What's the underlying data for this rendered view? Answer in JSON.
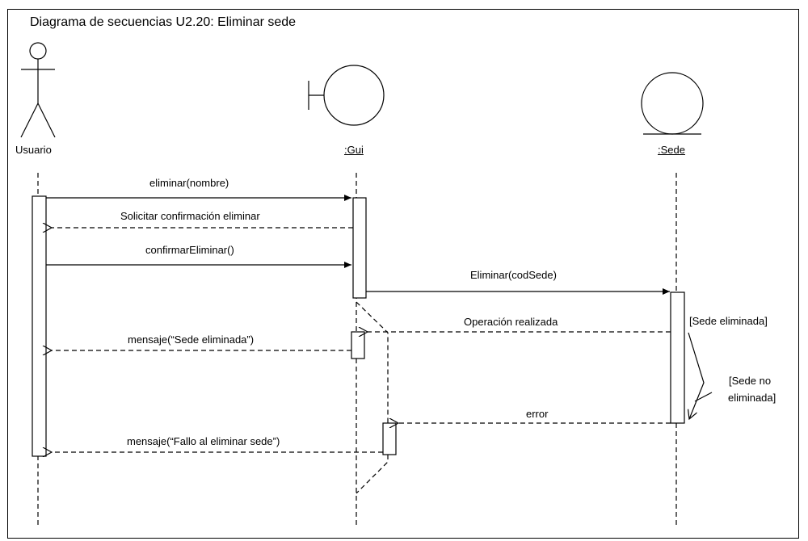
{
  "title": "Diagrama de secuencias U2.20: Eliminar sede",
  "participants": {
    "actor": "Usuario",
    "boundary": ":Gui",
    "entity": ":Sede"
  },
  "messages": {
    "m1": "eliminar(nombre)",
    "m2": "Solicitar confirmación eliminar",
    "m3": "confirmarEliminar()",
    "m4": "Eliminar(codSede)",
    "m5": "Operación realizada",
    "m6": "mensaje(“Sede eliminada”)",
    "m7": "error",
    "m8": "mensaje(“Fallo al eliminar sede”)"
  },
  "guards": {
    "ok_line1": "[Sede eliminada]",
    "fail_line1": "[Sede no",
    "fail_line2": "eliminada]"
  },
  "icons": {
    "actor": "stick-figure-icon",
    "boundary": "boundary-icon",
    "entity": "entity-icon"
  }
}
